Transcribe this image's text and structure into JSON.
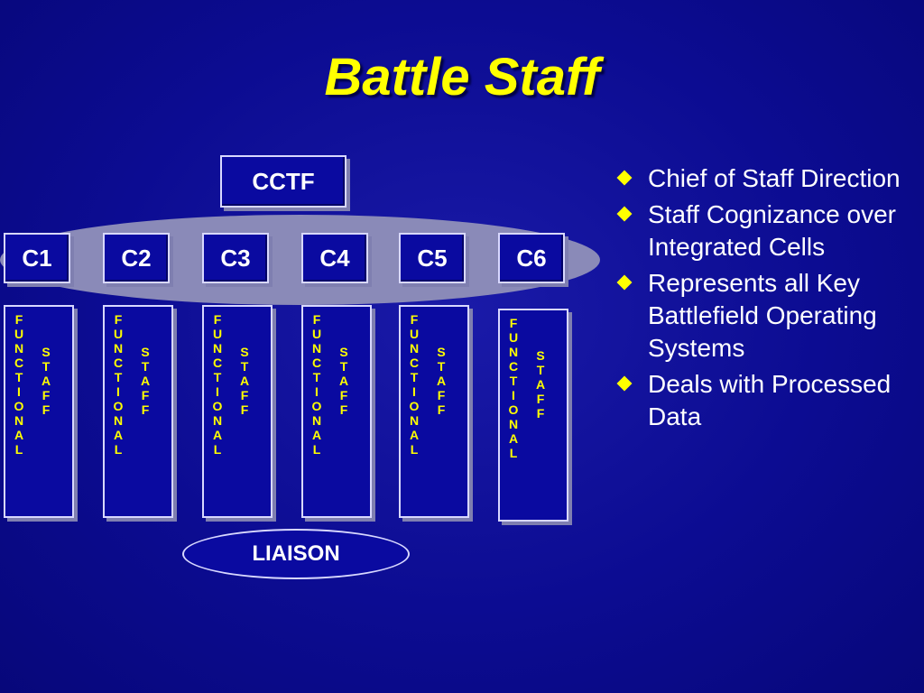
{
  "title": "Battle Staff",
  "top_box": "CCTF",
  "staff_boxes": [
    "C1",
    "C2",
    "C3",
    "C4",
    "C5",
    "C6"
  ],
  "column_text": {
    "functional": [
      "F",
      "U",
      "N",
      "C",
      "T",
      "I",
      "O",
      "N",
      "A",
      "L"
    ],
    "staff": [
      "S",
      "T",
      "A",
      "F",
      "F"
    ]
  },
  "liaison": "LIAISON",
  "bullets": [
    "Chief of Staff Direction",
    "Staff Cognizance over Integrated Cells",
    "Represents all Key Battlefield Operating Systems",
    "Deals with Processed Data"
  ],
  "colors": {
    "background": "#0c0c92",
    "title": "#ffff00",
    "box_fill": "#0a0aa0",
    "ellipse": "#8a8ab8",
    "vertical_text": "#ffff00"
  }
}
